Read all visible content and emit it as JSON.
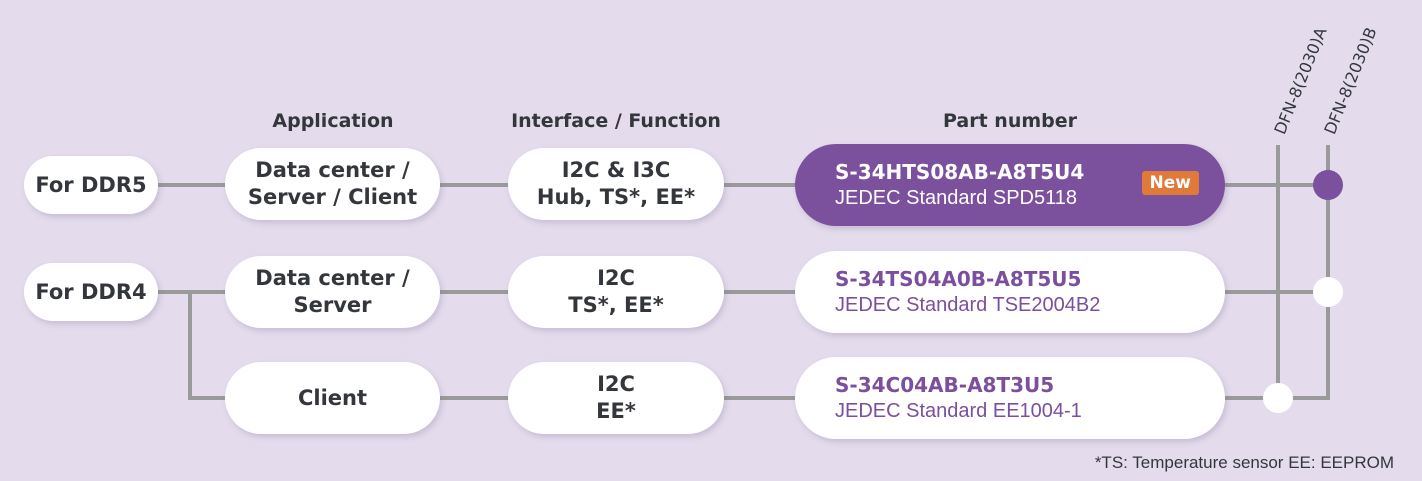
{
  "headers": {
    "application": "Application",
    "interface": "Interface / Function",
    "part_number": "Part number"
  },
  "packages": [
    "DFN-8(2030)A",
    "DFN-8(2030)B"
  ],
  "categories": [
    {
      "label": "For DDR5"
    },
    {
      "label": "For DDR4"
    }
  ],
  "rows": [
    {
      "application": [
        "Data center /",
        "Server / Client"
      ],
      "interface": [
        "I2C & I3C",
        "Hub, TS*, EE*"
      ],
      "part_number": "S-34HTS08AB-A8T5U4",
      "standard": "JEDEC Standard SPD5118",
      "badge": "New",
      "package": "DFN-8(2030)B"
    },
    {
      "application": [
        "Data center /",
        "Server"
      ],
      "interface": [
        "I2C",
        "TS*, EE*"
      ],
      "part_number": "S-34TS04A0B-A8T5U5",
      "standard": "JEDEC Standard TSE2004B2",
      "package": "DFN-8(2030)B"
    },
    {
      "application": [
        "Client"
      ],
      "interface": [
        "I2C",
        "EE*"
      ],
      "part_number": "S-34C04AB-A8T3U5",
      "standard": "JEDEC Standard EE1004-1",
      "package": "DFN-8(2030)A"
    }
  ],
  "footnote": "*TS: Temperature sensor  EE: EEPROM",
  "colors": {
    "accent": "#7b509c",
    "badge": "#e07a3b",
    "background": "#e4dced",
    "line": "#9a9a9a"
  }
}
